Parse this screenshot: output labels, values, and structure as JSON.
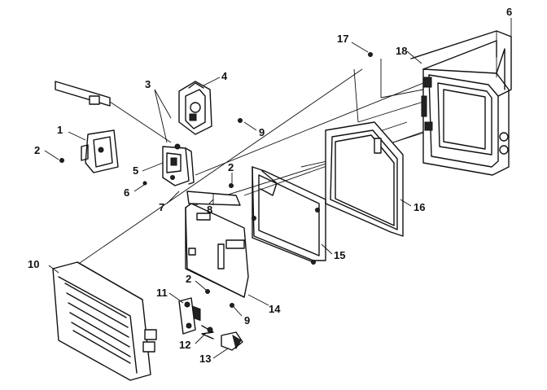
{
  "callouts": [
    {
      "id": "c1",
      "text": "1"
    },
    {
      "id": "c2a",
      "text": "2"
    },
    {
      "id": "c3",
      "text": "3"
    },
    {
      "id": "c4",
      "text": "4"
    },
    {
      "id": "c5",
      "text": "5"
    },
    {
      "id": "c6",
      "text": "6"
    },
    {
      "id": "c6b",
      "text": "6"
    },
    {
      "id": "c7",
      "text": "7"
    },
    {
      "id": "c8",
      "text": "8"
    },
    {
      "id": "c9a",
      "text": "9"
    },
    {
      "id": "c2b",
      "text": "2"
    },
    {
      "id": "c10",
      "text": "10"
    },
    {
      "id": "c11",
      "text": "11"
    },
    {
      "id": "c2c",
      "text": "2"
    },
    {
      "id": "c12",
      "text": "12"
    },
    {
      "id": "c13",
      "text": "13"
    },
    {
      "id": "c14",
      "text": "14"
    },
    {
      "id": "c9b",
      "text": "9"
    },
    {
      "id": "c15",
      "text": "15"
    },
    {
      "id": "c16",
      "text": "16"
    },
    {
      "id": "c17",
      "text": "17"
    },
    {
      "id": "c18",
      "text": "18"
    }
  ]
}
